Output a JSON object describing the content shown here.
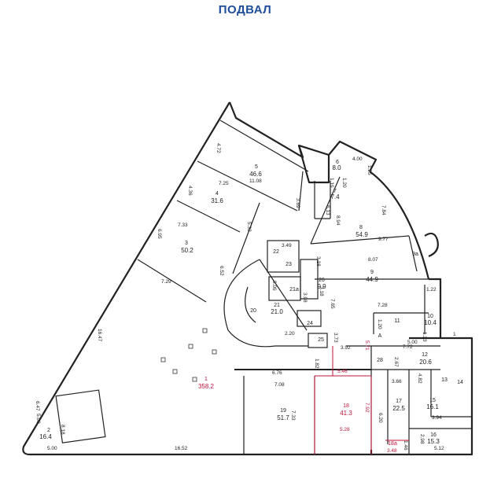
{
  "title": "ПОДВАЛ",
  "rooms": [
    {
      "id": "1",
      "no": "1",
      "area": "358.2",
      "color": "#c0143c"
    },
    {
      "id": "2",
      "no": "2",
      "area": "16.4"
    },
    {
      "id": "3",
      "no": "3",
      "area": "50.2"
    },
    {
      "id": "4",
      "no": "4",
      "area": "31.6"
    },
    {
      "id": "5",
      "no": "5",
      "area": "46.6"
    },
    {
      "id": "6",
      "no": "6",
      "area": "8.0"
    },
    {
      "id": "7",
      "no": "7",
      "area": "7.4"
    },
    {
      "id": "8",
      "no": "8",
      "area": "54.9"
    },
    {
      "id": "9",
      "no": "9",
      "area": "44.9"
    },
    {
      "id": "9a",
      "no": "9а",
      "area": ""
    },
    {
      "id": "10",
      "no": "10",
      "area": "10.4"
    },
    {
      "id": "11",
      "no": "11",
      "area": ""
    },
    {
      "id": "12",
      "no": "12",
      "area": "20.6"
    },
    {
      "id": "13",
      "no": "13",
      "area": ""
    },
    {
      "id": "14",
      "no": "14",
      "area": ""
    },
    {
      "id": "15",
      "no": "15",
      "area": "16.1"
    },
    {
      "id": "16",
      "no": "16",
      "area": "15.3"
    },
    {
      "id": "17",
      "no": "17",
      "area": "22.5"
    },
    {
      "id": "18",
      "no": "18",
      "area": "41.3",
      "color": "#c0143c"
    },
    {
      "id": "18a",
      "no": "18а",
      "area": "",
      "color": "#c0143c"
    },
    {
      "id": "19",
      "no": "19",
      "area": "51.7"
    },
    {
      "id": "20",
      "no": "20",
      "area": ""
    },
    {
      "id": "21",
      "no": "21",
      "area": "21.0"
    },
    {
      "id": "21a",
      "no": "21а",
      "area": ""
    },
    {
      "id": "22",
      "no": "22",
      "area": ""
    },
    {
      "id": "23",
      "no": "23",
      "area": ""
    },
    {
      "id": "24",
      "no": "24",
      "area": ""
    },
    {
      "id": "25",
      "no": "25",
      "area": ""
    },
    {
      "id": "26",
      "no": "26",
      "area": "9.9"
    },
    {
      "id": "28",
      "no": "28",
      "area": ""
    },
    {
      "id": "A",
      "no": "A",
      "area": ""
    }
  ],
  "dimensions": [
    "4.72",
    "11.08",
    "4.36",
    "7.25",
    "3.69",
    "6.95",
    "7.33",
    "5.33",
    "6.52",
    "7.29",
    "16.47",
    "3.49",
    "3.18",
    "6.13",
    "8.94",
    "7.84",
    "9.77",
    "8.07",
    "1.20",
    "1.19",
    "4.00",
    "1.25",
    "3.18",
    "7.65",
    "3.98",
    "7.28",
    "1.22",
    "3.73",
    "2.20",
    "3.92",
    "1.20",
    "5.00",
    "1.23",
    "7.72",
    "2.67",
    "1.82",
    "6.76",
    "7.08",
    "7.33",
    "7.92",
    "3.66",
    "4.82",
    "6.20",
    "3.94",
    "2.98",
    "5.12",
    "1.46",
    "16.52",
    "5.00",
    "6.47",
    "5.00",
    "8.18",
    "8.09",
    "1"
  ],
  "red_dimensions": [
    "5.71",
    "5.46",
    "5.28",
    "3.48"
  ]
}
